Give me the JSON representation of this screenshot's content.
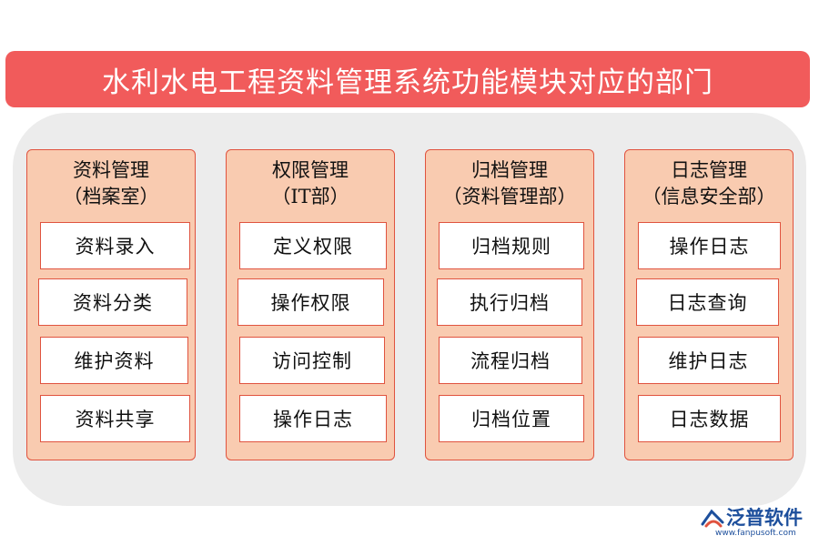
{
  "title": "水利水电工程资料管理系统功能模块对应的部门",
  "columns": [
    {
      "name": "资料管理",
      "dept": "（档案室）",
      "items": [
        "资料录入",
        "资料分类",
        "维护资料",
        "资料共享"
      ]
    },
    {
      "name": "权限管理",
      "dept": "（IT部）",
      "items": [
        "定义权限",
        "操作权限",
        "访问控制",
        "操作日志"
      ]
    },
    {
      "name": "归档管理",
      "dept": "（资料管理部）",
      "items": [
        "归档规则",
        "执行归档",
        "流程归档",
        "归档位置"
      ]
    },
    {
      "name": "日志管理",
      "dept": "（信息安全部）",
      "items": [
        "操作日志",
        "日志查询",
        "维护日志",
        "日志数据"
      ]
    }
  ],
  "logo": {
    "name": "泛普软件",
    "url": "www.fanpusoft.com"
  },
  "colors": {
    "title_bg": "#f15b5b",
    "column_bg": "#f9cbb0",
    "border": "#e0533f",
    "panel_bg": "#ececec",
    "logo": "#1d4f9c"
  }
}
